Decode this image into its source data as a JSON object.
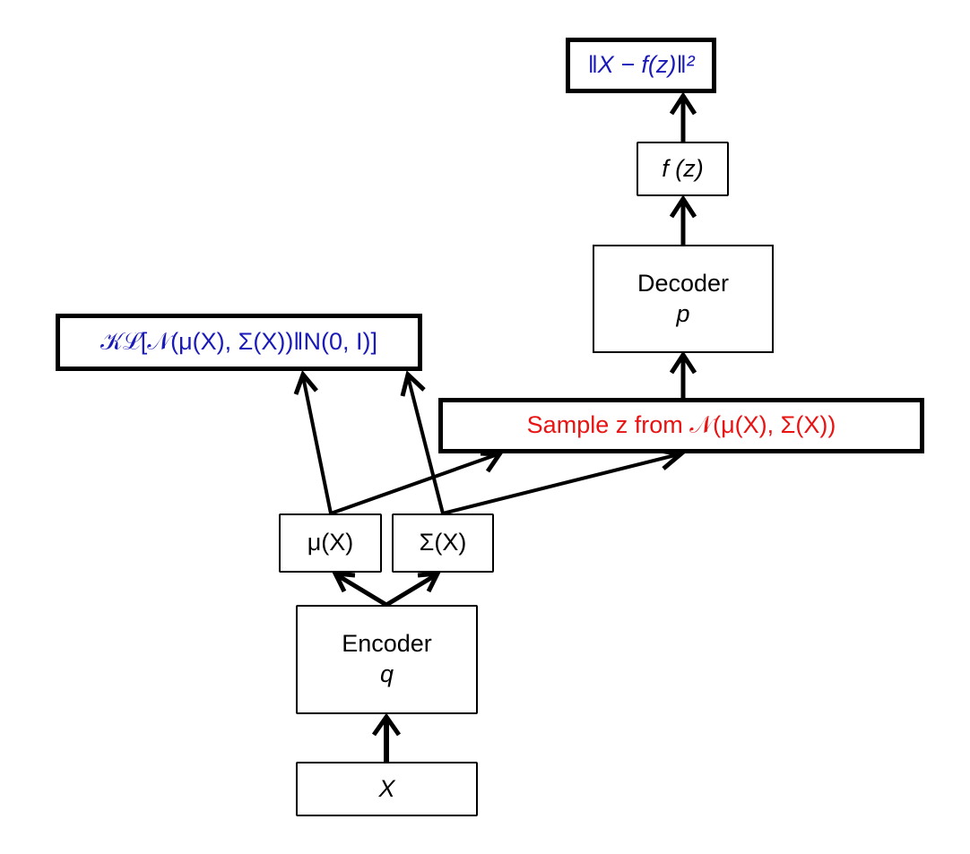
{
  "diagram": {
    "title": "Variational Autoencoder computation graph",
    "nodes": {
      "loss": {
        "label": "‖X − f(z)‖²",
        "color": "#1a1ab8"
      },
      "fz": {
        "label": "f (z)"
      },
      "decoder": {
        "label": "Decoder",
        "sub": "p"
      },
      "kl": {
        "label": "𝒦ℒ[𝒩(μ(X), Σ(X))‖N(0, I)]",
        "color": "#1a1ab8"
      },
      "sample": {
        "label_prefix": "Sample z from ",
        "label_dist": "𝒩(μ(X), Σ(X))",
        "color": "#e81414"
      },
      "mu": {
        "label": "μ(X)"
      },
      "sigma": {
        "label": "Σ(X)"
      },
      "encoder": {
        "label": "Encoder",
        "sub": "q"
      },
      "x": {
        "label": "X"
      }
    },
    "edges": [
      {
        "from": "x",
        "to": "encoder"
      },
      {
        "from": "encoder",
        "to": "mu"
      },
      {
        "from": "encoder",
        "to": "sigma"
      },
      {
        "from": "mu",
        "to": "kl"
      },
      {
        "from": "mu",
        "to": "sample"
      },
      {
        "from": "sigma",
        "to": "kl"
      },
      {
        "from": "sigma",
        "to": "sample"
      },
      {
        "from": "sample",
        "to": "decoder"
      },
      {
        "from": "decoder",
        "to": "fz"
      },
      {
        "from": "fz",
        "to": "loss"
      }
    ]
  }
}
